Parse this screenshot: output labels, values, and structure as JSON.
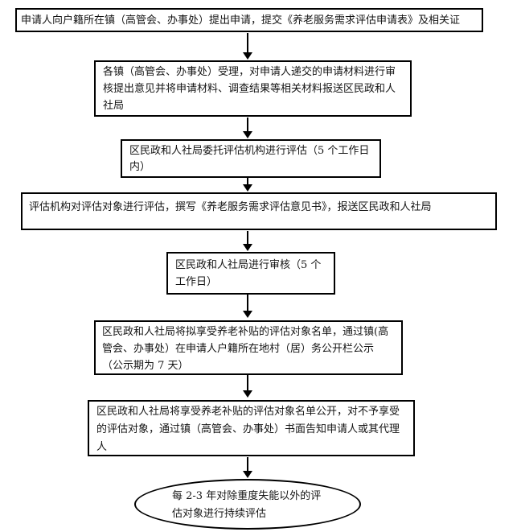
{
  "page": {
    "background_color": "#ffffff",
    "line_color": "#000000",
    "text_color": "#141414"
  },
  "flow": {
    "type": "flowchart",
    "direction": "top-down",
    "steps": [
      {
        "shape": "rect",
        "text": "申请人向户籍所在镇（高管会、办事处）提出申请，提交《养老服务需求评估申请表》及相关证",
        "lines": [
          "申请人向户籍所在镇（高管会、办事处）提出申请，提交《养老服务需求评估申请表》及相关证"
        ]
      },
      {
        "shape": "rect",
        "text": "各镇（高管会、办事处）受理，对申请人递交的申请材料进行审核提出意见并将申请材料、调查结果等相关材料报送区民政和人社局",
        "lines": [
          "各镇（高管会、办事处）受理，对申请人递交的申请材料进行审",
          "核提出意见并将申请材料、调查结果等相关材料报送区民政和人",
          "社局"
        ]
      },
      {
        "shape": "rect",
        "text": "区民政和人社局委托评估机构进行评估（5 个工作日内）",
        "lines": [
          "区民政和人社局委托评估机构进行评估（5 个工作日",
          "内）"
        ]
      },
      {
        "shape": "rect",
        "text": "评估机构对评估对象进行评估，撰写《养老服务需求评估意见书》，报送区民政和人社局",
        "lines": [
          "评估机构对评估对象进行评估，撰写《养老服务需求评估意见书》，报送区民政和人社局"
        ]
      },
      {
        "shape": "rect",
        "text": "区民政和人社局进行审核（5 个工作日）",
        "lines": [
          "区民政和人社局进行审核（5 个",
          "工作日）"
        ]
      },
      {
        "shape": "rect",
        "text": "区民政和人社局将拟享受养老补贴的评估对象名单，通过镇(高管会、办事处）在申请人户籍所在地村（居）务公开栏公示（公示期为 7 天）",
        "lines": [
          "区民政和人社局将拟享受养老补贴的评估对象名单，通过镇(高",
          "管会、办事处）在申请人户籍所在地村（居）务公开栏公示",
          "（公示期为 7 天）"
        ]
      },
      {
        "shape": "rect",
        "text": "区民政和人社局将享受养老补贴的评估对象名单公开，对不予享受的评估对象，通过镇（高管会、办事处）书面告知申请人或其代理人",
        "lines": [
          "区民政和人社局将享受养老补贴的评估对象名单公开，对不予享受",
          "的评估对象，通过镇（高管会、办事处）书面告知申请人或其代理",
          "人"
        ]
      },
      {
        "shape": "ellipse",
        "text": "每 2-3 年对除重度失能以外的评估对象进行持续评估",
        "lines": [
          "每 2-3 年对除重度失能以外的评",
          "估对象进行持续评估"
        ]
      }
    ]
  }
}
